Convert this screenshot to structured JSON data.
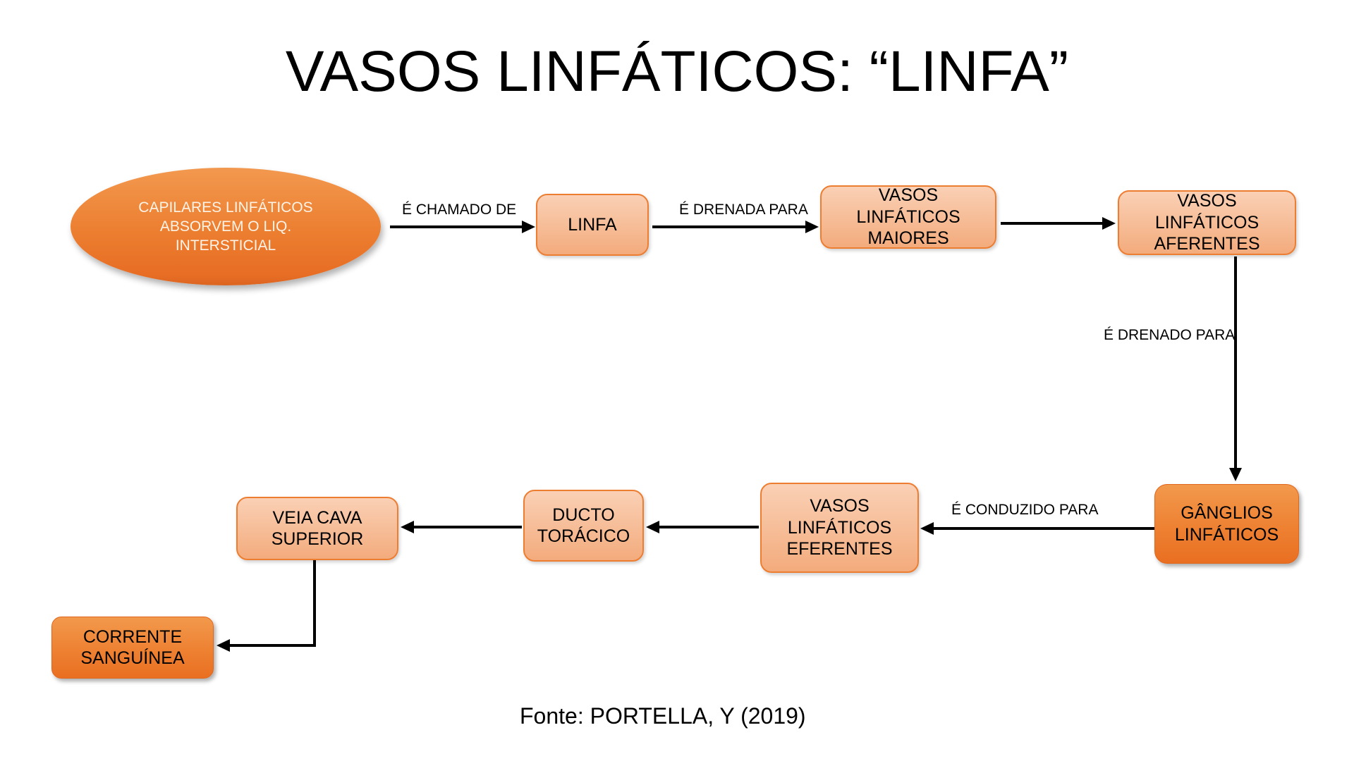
{
  "title": "VASOS LINFÁTICOS: “LINFA”",
  "source": "Fonte: PORTELLA, Y (2019)",
  "colors": {
    "node_light_fill_top": "#FAD0B5",
    "node_light_fill_bottom": "#F3AB7C",
    "node_light_border": "#ED7D31",
    "node_dark_fill_top": "#F2994C",
    "node_dark_fill_bottom": "#E96F22",
    "ellipse_fill_top": "#F2994F",
    "ellipse_fill_bottom": "#DB6420",
    "ellipse_text": "#FDF3E7",
    "arrow": "#000000",
    "title_text": "#000000"
  },
  "nodes": {
    "capilares": {
      "label": "CAPILARES LINFÁTICOS ABSORVEM O LIQ. INTERSTICIAL",
      "shape": "ellipse"
    },
    "linfa": {
      "label": "LINFA",
      "shape": "rounded-rect-light"
    },
    "maiores": {
      "label": "VASOS LINFÁTICOS MAIORES",
      "shape": "rounded-rect-light"
    },
    "aferentes": {
      "label": "VASOS LINFÁTICOS AFERENTES",
      "shape": "rounded-rect-light"
    },
    "ganglios": {
      "label": "GÂNGLIOS LINFÁTICOS",
      "shape": "rounded-rect-dark"
    },
    "eferentes": {
      "label": "VASOS LINFÁTICOS EFERENTES",
      "shape": "rounded-rect-light"
    },
    "ducto": {
      "label": "DUCTO TORÁCICO",
      "shape": "rounded-rect-light"
    },
    "veia": {
      "label": "VEIA CAVA SUPERIOR",
      "shape": "rounded-rect-light"
    },
    "corrente": {
      "label": "CORRENTE SANGUÍNEA",
      "shape": "rounded-rect-dark"
    }
  },
  "edges": {
    "chamado": {
      "label": "É CHAMADO DE",
      "from": "capilares",
      "to": "linfa"
    },
    "drenada": {
      "label": "É DRENADA PARA",
      "from": "linfa",
      "to": "maiores"
    },
    "maiores_aferentes": {
      "label": "",
      "from": "maiores",
      "to": "aferentes"
    },
    "drenado": {
      "label": "É DRENADO PARA",
      "from": "aferentes",
      "to": "ganglios"
    },
    "conduzido": {
      "label": "É CONDUZIDO PARA",
      "from": "ganglios",
      "to": "eferentes"
    },
    "eferentes_ducto": {
      "label": "",
      "from": "eferentes",
      "to": "ducto"
    },
    "ducto_veia": {
      "label": "",
      "from": "ducto",
      "to": "veia"
    },
    "veia_corrente": {
      "label": "",
      "from": "veia",
      "to": "corrente"
    }
  }
}
